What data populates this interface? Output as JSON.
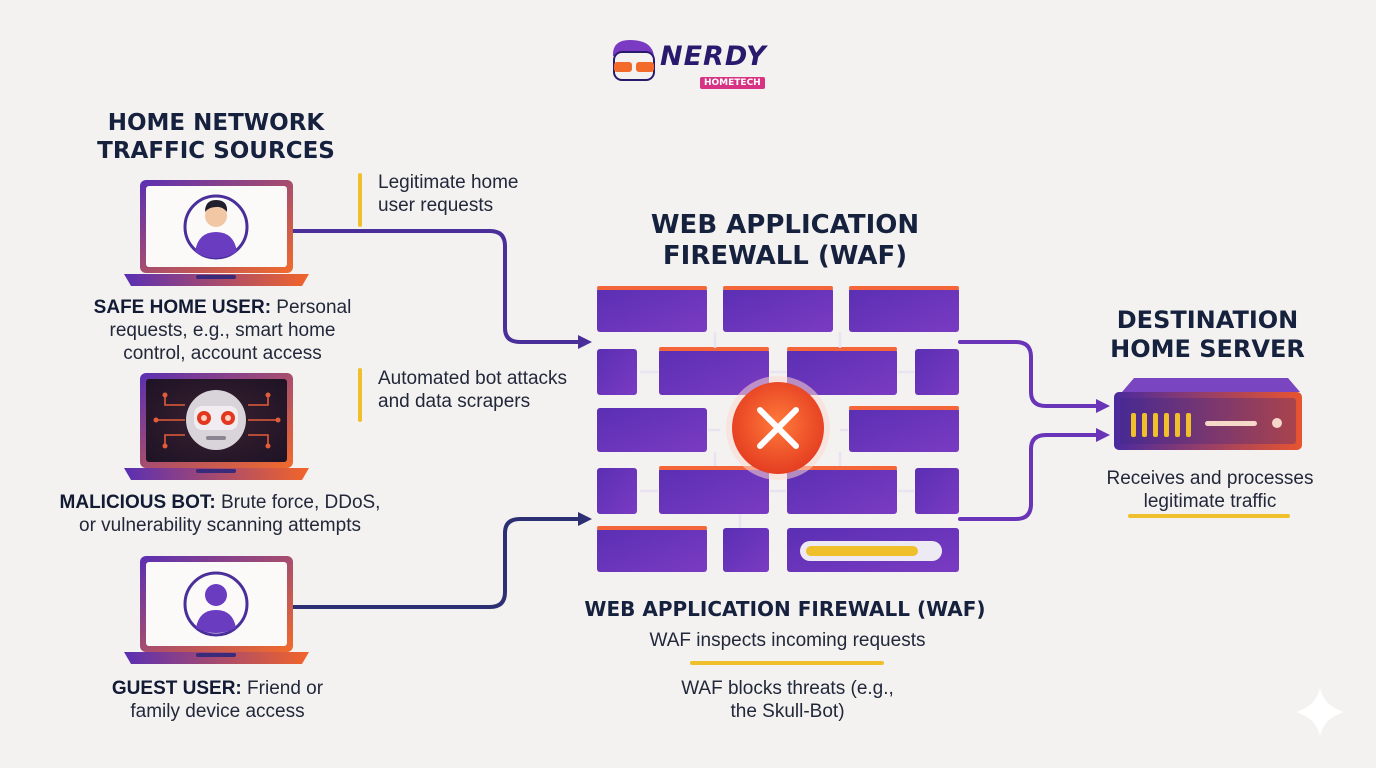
{
  "logo": {
    "word": "NERDY",
    "sub": "HOMETECH"
  },
  "sources": {
    "title": "HOME NETWORK TRAFFIC SOURCES",
    "safe_user": {
      "label": "SAFE HOME USER:",
      "desc": " Personal requests, e.g., smart home control, account access"
    },
    "bot": {
      "label": "MALICIOUS BOT:",
      "desc": " Brute force, DDoS, or vulnerability scanning attempts"
    },
    "guest": {
      "label": "GUEST USER:",
      "desc": " Friend or family device access"
    }
  },
  "annotations": {
    "legit": "Legitimate home user requests",
    "bots": "Automated bot attacks and data scrapers"
  },
  "waf": {
    "title": "WEB APPLICATION FIREWALL (WAF)",
    "caption_title": "WEB APPLICATION FIREWALL (WAF)",
    "inspects": "WAF inspects incoming requests",
    "blocks": "WAF blocks threats (e.g., the Skull-Bot)"
  },
  "destination": {
    "title": "DESTINATION HOME SERVER",
    "desc": "Receives and processes legitimate traffic"
  },
  "colors": {
    "purple": "#5b2bb0",
    "orange": "#f26b2a",
    "gold": "#f0bf2c",
    "navy": "#16213e",
    "block_red": "#f05438"
  },
  "icons": [
    "user-icon",
    "robot-icon",
    "guest-icon",
    "x-icon",
    "server-icon",
    "sparkle-icon"
  ]
}
